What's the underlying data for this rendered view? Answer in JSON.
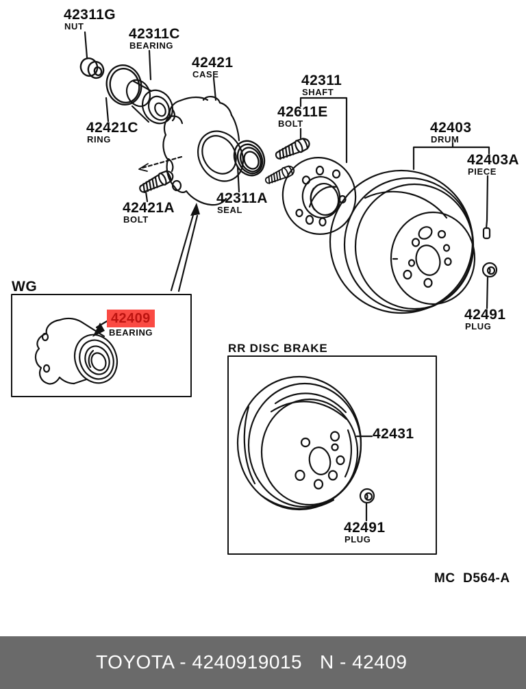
{
  "diagram": {
    "wg_label": "WG",
    "rr_box_title": "RR DISC BRAKE",
    "doc_code": "MC  D564-A",
    "ink_color": "#111111",
    "highlight": {
      "code": "42409",
      "name": "BEARING",
      "bg_color": "#fa4a43",
      "text_color": "#bc1310"
    },
    "labels": [
      {
        "code": "42311G",
        "name": "NUT"
      },
      {
        "code": "42311C",
        "name": "BEARING"
      },
      {
        "code": "42421",
        "name": "CASE"
      },
      {
        "code": "42421C",
        "name": "RING"
      },
      {
        "code": "42421A",
        "name": "BOLT"
      },
      {
        "code": "42311A",
        "name": "SEAL"
      },
      {
        "code": "42611E",
        "name": "BOLT"
      },
      {
        "code": "42311",
        "name": "SHAFT"
      },
      {
        "code": "42403",
        "name": "DRUM"
      },
      {
        "code": "42403A",
        "name": "PIECE"
      },
      {
        "code": "42491",
        "name": "PLUG"
      },
      {
        "code": "42431",
        "name": ""
      },
      {
        "code": "42491",
        "name": "PLUG"
      }
    ]
  },
  "footer": {
    "left_text": "TOYOTA - 4240919015",
    "right_text": "N - 42409",
    "bg_color": "#6a6a6a",
    "text_color": "#ffffff"
  }
}
